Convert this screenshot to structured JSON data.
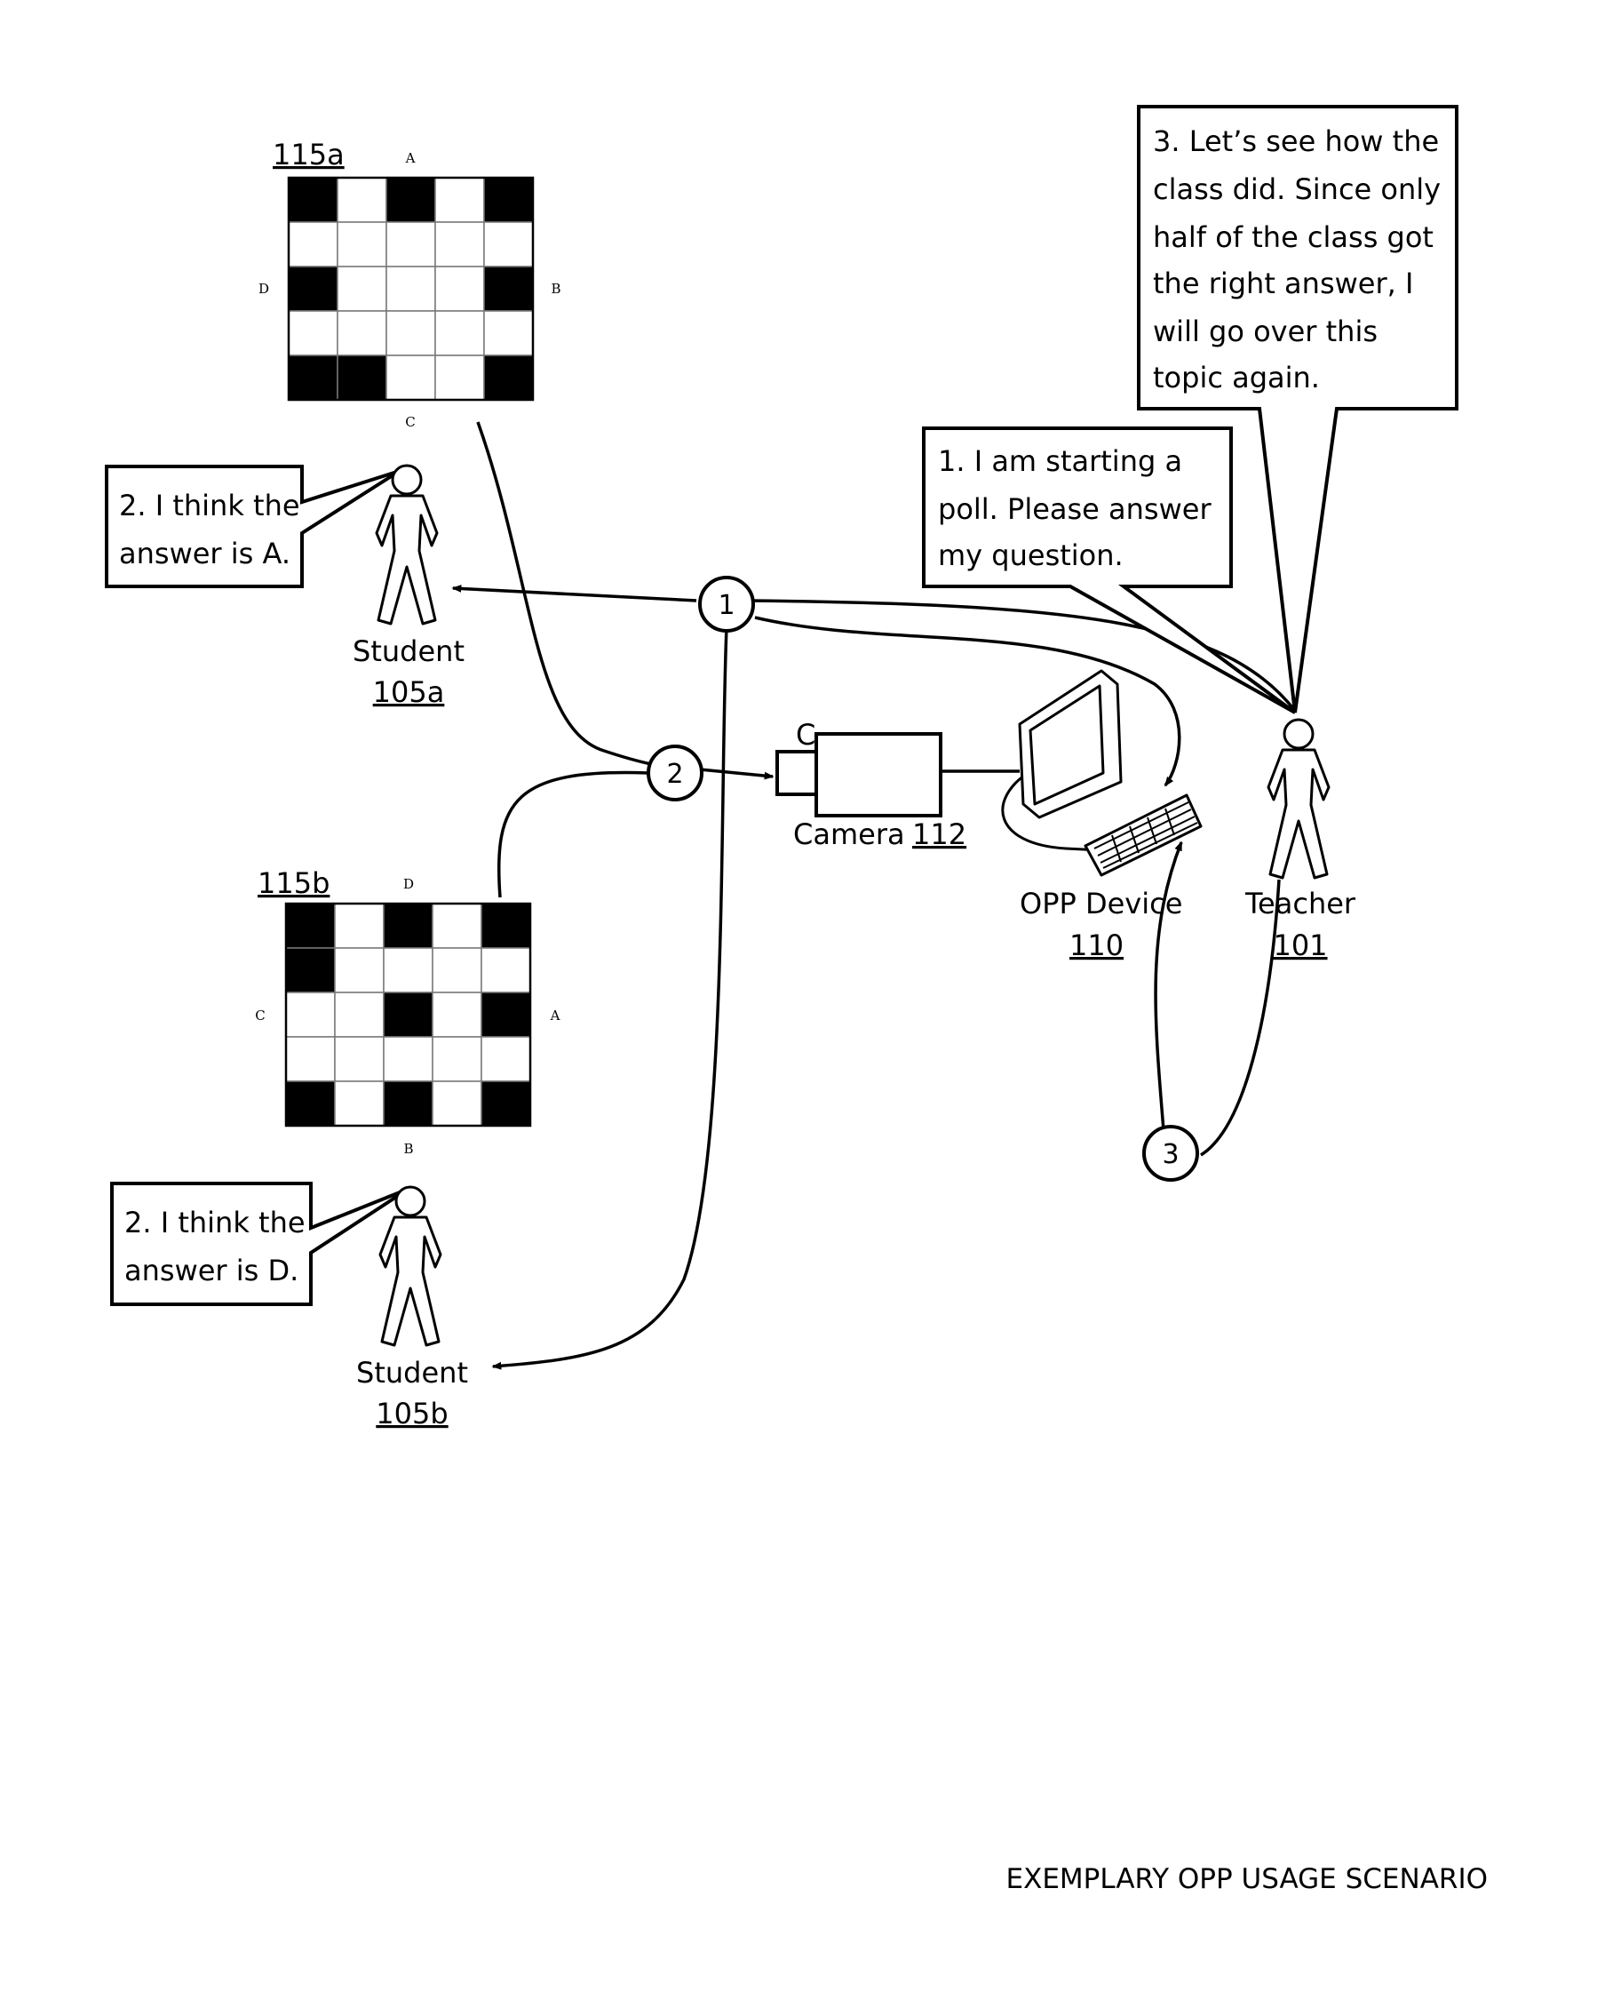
{
  "caption": "EXEMPLARY OPP USAGE SCENARIO",
  "cards": [
    {
      "id": "115a",
      "label": "115a",
      "grid": [
        [
          1,
          0,
          1,
          0,
          1
        ],
        [
          0,
          0,
          0,
          0,
          0
        ],
        [
          1,
          0,
          0,
          0,
          1
        ],
        [
          0,
          0,
          0,
          0,
          0
        ],
        [
          1,
          1,
          0,
          0,
          1
        ]
      ],
      "letters": {
        "top": "A",
        "right": "B",
        "bottom": "C",
        "left": "D"
      }
    },
    {
      "id": "115b",
      "label": "115b",
      "grid": [
        [
          1,
          0,
          1,
          0,
          1
        ],
        [
          1,
          0,
          0,
          0,
          0
        ],
        [
          0,
          0,
          1,
          0,
          1
        ],
        [
          0,
          0,
          0,
          0,
          0
        ],
        [
          1,
          0,
          1,
          0,
          1
        ]
      ],
      "letters": {
        "top": "D",
        "right": "A",
        "bottom": "B",
        "left": "C"
      }
    }
  ],
  "people": [
    {
      "id": "student-a",
      "name": "Student",
      "ref": "105a"
    },
    {
      "id": "student-b",
      "name": "Student",
      "ref": "105b"
    },
    {
      "id": "teacher",
      "name": "Teacher",
      "ref": "101"
    }
  ],
  "devices": {
    "camera": {
      "name": "Camera",
      "ref": "112",
      "lens_label": "C"
    },
    "opp": {
      "name": "OPP Device",
      "ref": "110"
    }
  },
  "bubbles": {
    "teacher_start": [
      "1. I am starting a",
      "poll. Please answer",
      "my question."
    ],
    "teacher_review": [
      "3. Let’s see how the",
      "class did. Since only",
      "half of the class got",
      "the right answer, I",
      "will go over this",
      "topic again."
    ],
    "student_a": [
      "2. I think the",
      "answer is A."
    ],
    "student_b": [
      "2. I think the",
      "answer is D."
    ]
  },
  "steps": [
    "1",
    "2",
    "3"
  ]
}
